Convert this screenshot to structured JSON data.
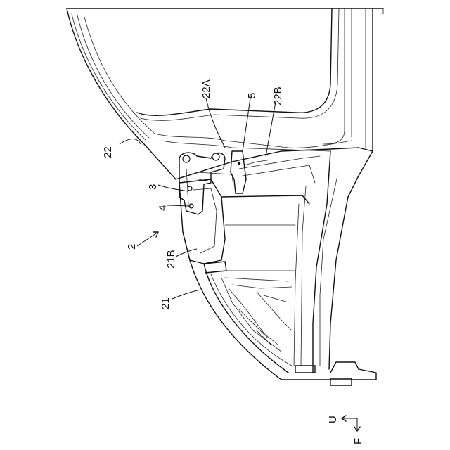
{
  "labels": {
    "l22": "22",
    "l22a": "22A",
    "l5": "5",
    "l22b": "22B",
    "l3": "3",
    "l4": "4",
    "l2": "2",
    "l21b": "21B",
    "l21": "21"
  },
  "axes": {
    "up": "U",
    "front": "F"
  },
  "colors": {
    "ink": "#111111",
    "background": "#ffffff"
  }
}
